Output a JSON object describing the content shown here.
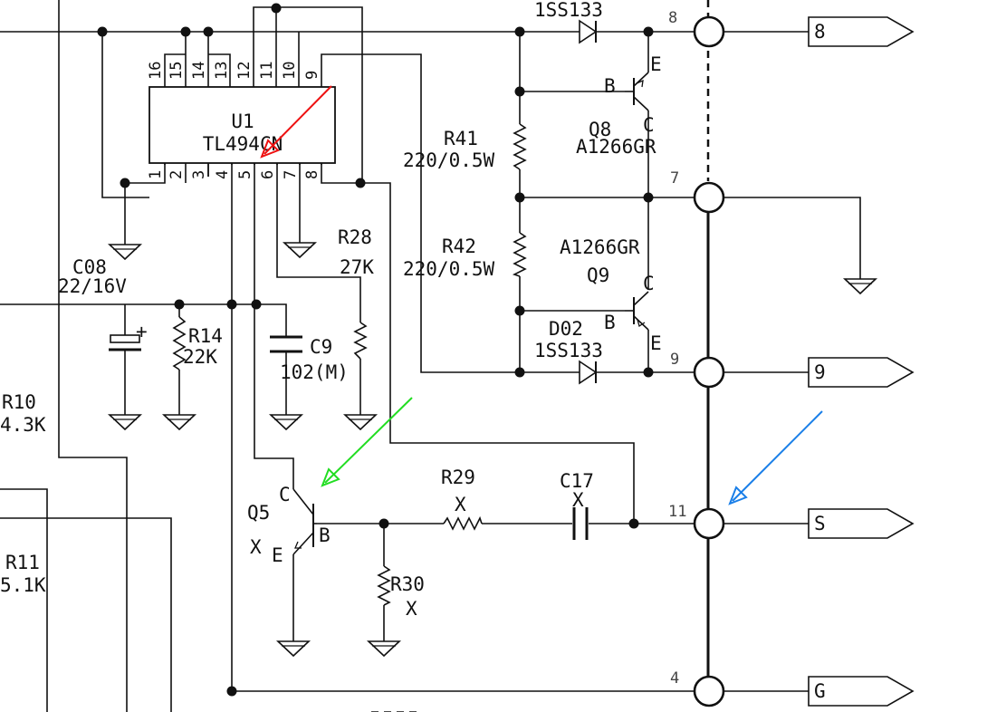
{
  "ic": {
    "ref": "U1",
    "part": "TL494CN",
    "top_pins": [
      "16",
      "15",
      "14",
      "13",
      "12",
      "11",
      "10",
      "9"
    ],
    "bottom_pins": [
      "1",
      "2",
      "3",
      "4",
      "5",
      "6",
      "7",
      "8"
    ]
  },
  "components": {
    "d_top": {
      "part": "1SS133"
    },
    "d02": {
      "ref": "D02",
      "part": "1SS133"
    },
    "q8": {
      "ref": "Q8",
      "part": "A1266GR",
      "b": "B",
      "c": "C",
      "e": "E"
    },
    "q9": {
      "ref": "Q9",
      "part": "A1266GR",
      "b": "B",
      "c": "C",
      "e": "E"
    },
    "q5": {
      "ref": "Q5",
      "value": "X",
      "b": "B",
      "c": "C",
      "e": "E"
    },
    "r41": {
      "ref": "R41",
      "value": "220/0.5W"
    },
    "r42": {
      "ref": "R42",
      "value": "220/0.5W"
    },
    "r28": {
      "ref": "R28",
      "value": "27K"
    },
    "r14": {
      "ref": "R14",
      "value": "22K"
    },
    "r10": {
      "ref": "R10",
      "value": "4.3K"
    },
    "r11": {
      "ref": "R11",
      "value": "5.1K"
    },
    "r29": {
      "ref": "R29",
      "value": "X"
    },
    "r30": {
      "ref": "R30",
      "value": "X"
    },
    "c08": {
      "ref": "C08",
      "value": "22/16V",
      "polarity": "+"
    },
    "c9": {
      "ref": "C9",
      "value": "102(M)"
    },
    "c17": {
      "ref": "C17",
      "value": "X"
    }
  },
  "connector": {
    "pins": [
      {
        "num": "8",
        "label": "8"
      },
      {
        "num": "7",
        "label": ""
      },
      {
        "num": "9",
        "label": "9"
      },
      {
        "num": "11",
        "label": "S"
      },
      {
        "num": "4",
        "label": "G"
      }
    ]
  },
  "annotations": [
    {
      "name": "red-arrow",
      "color": "#ee1111"
    },
    {
      "name": "green-arrow",
      "color": "#22dd22"
    },
    {
      "name": "blue-arrow",
      "color": "#1a7fe8"
    }
  ]
}
